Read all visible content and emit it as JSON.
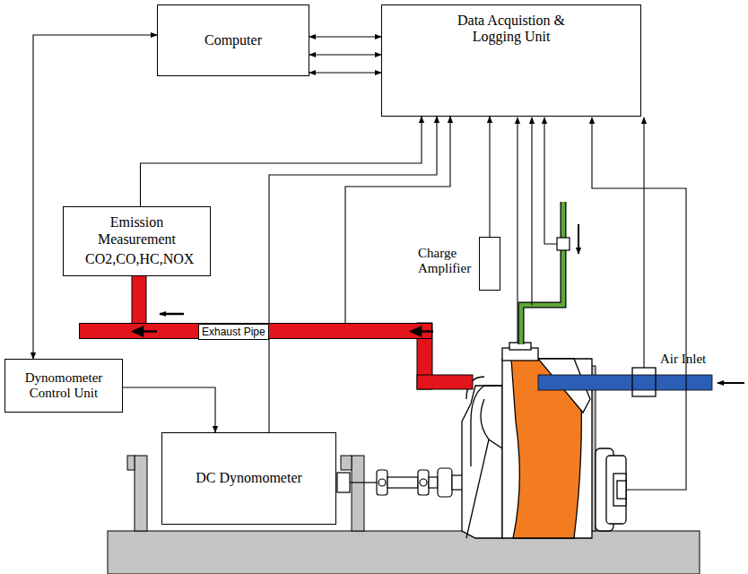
{
  "diagram": {
    "nodes": [
      {
        "text": [
          "Computer"
        ]
      },
      {
        "text": [
          "Data Acquistion & Logging Unit"
        ]
      },
      {
        "text": [
          "Emission Measurement",
          "CO2,CO,HC,NOX"
        ]
      },
      {
        "text": [
          "Charge Amplifier"
        ]
      },
      {
        "text": [
          "Dynomometer Control Unit"
        ]
      },
      {
        "text": [
          "DC Dynomometer"
        ]
      },
      {
        "text": [
          "Exhaust Pipe"
        ]
      }
    ],
    "edges": [
      {
        "from": 0,
        "to": 1,
        "arrow": "both"
      },
      {
        "from": 0,
        "to": 1,
        "arrow": "both"
      },
      {
        "from": 0,
        "to": 1,
        "arrow": "both"
      },
      {
        "from": 2,
        "to": 1,
        "arrow": "to"
      },
      {
        "from": 5,
        "to": 1,
        "arrow": "to"
      },
      {
        "from": 6,
        "to": 1,
        "arrow": "to"
      },
      {
        "from": 3,
        "to": 1,
        "arrow": "to"
      },
      {
        "from": 0,
        "to": 4,
        "arrow": "both"
      },
      {
        "from": 4,
        "to": 5,
        "arrow": "to"
      }
    ],
    "labels": [
      "Air Inlet"
    ]
  }
}
